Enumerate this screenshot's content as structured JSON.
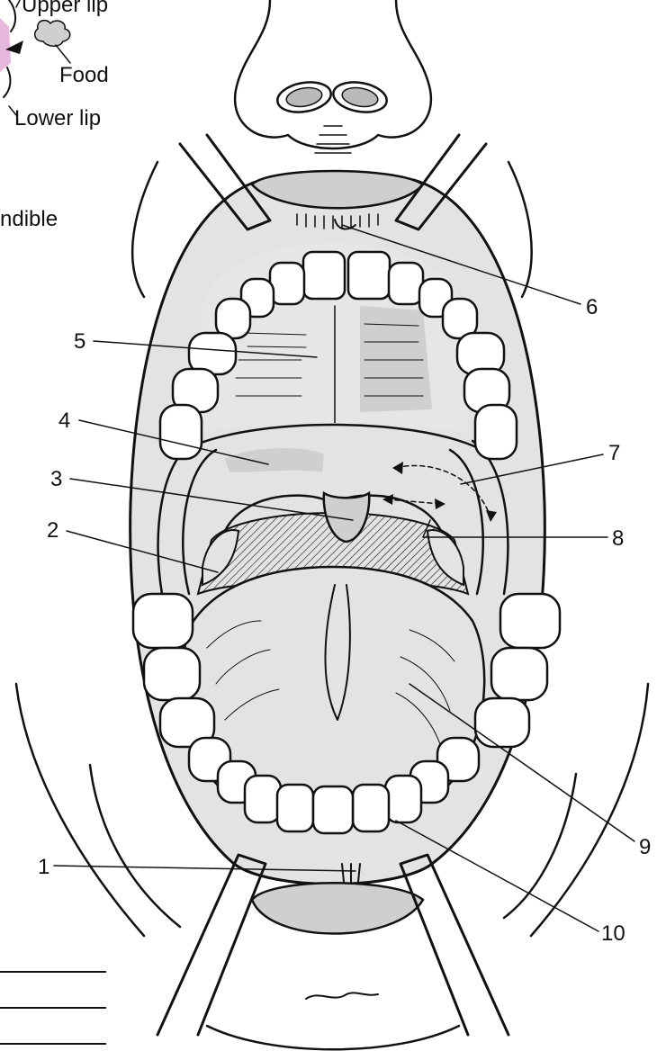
{
  "figure": {
    "inset_labels": {
      "upper_lip": "Upper lip",
      "food": "Food",
      "lower_lip": "Lower lip",
      "mandible_fragment": "ndible"
    },
    "callouts": [
      "1",
      "2",
      "3",
      "4",
      "5",
      "6",
      "7",
      "8",
      "9",
      "10"
    ],
    "answer_blanks": 3
  },
  "colors": {
    "ink": "#111111",
    "tissue_gray": "#e3e3e3",
    "mid_gray": "#cfcfcf",
    "inset_pink": "#e6b8dc"
  }
}
